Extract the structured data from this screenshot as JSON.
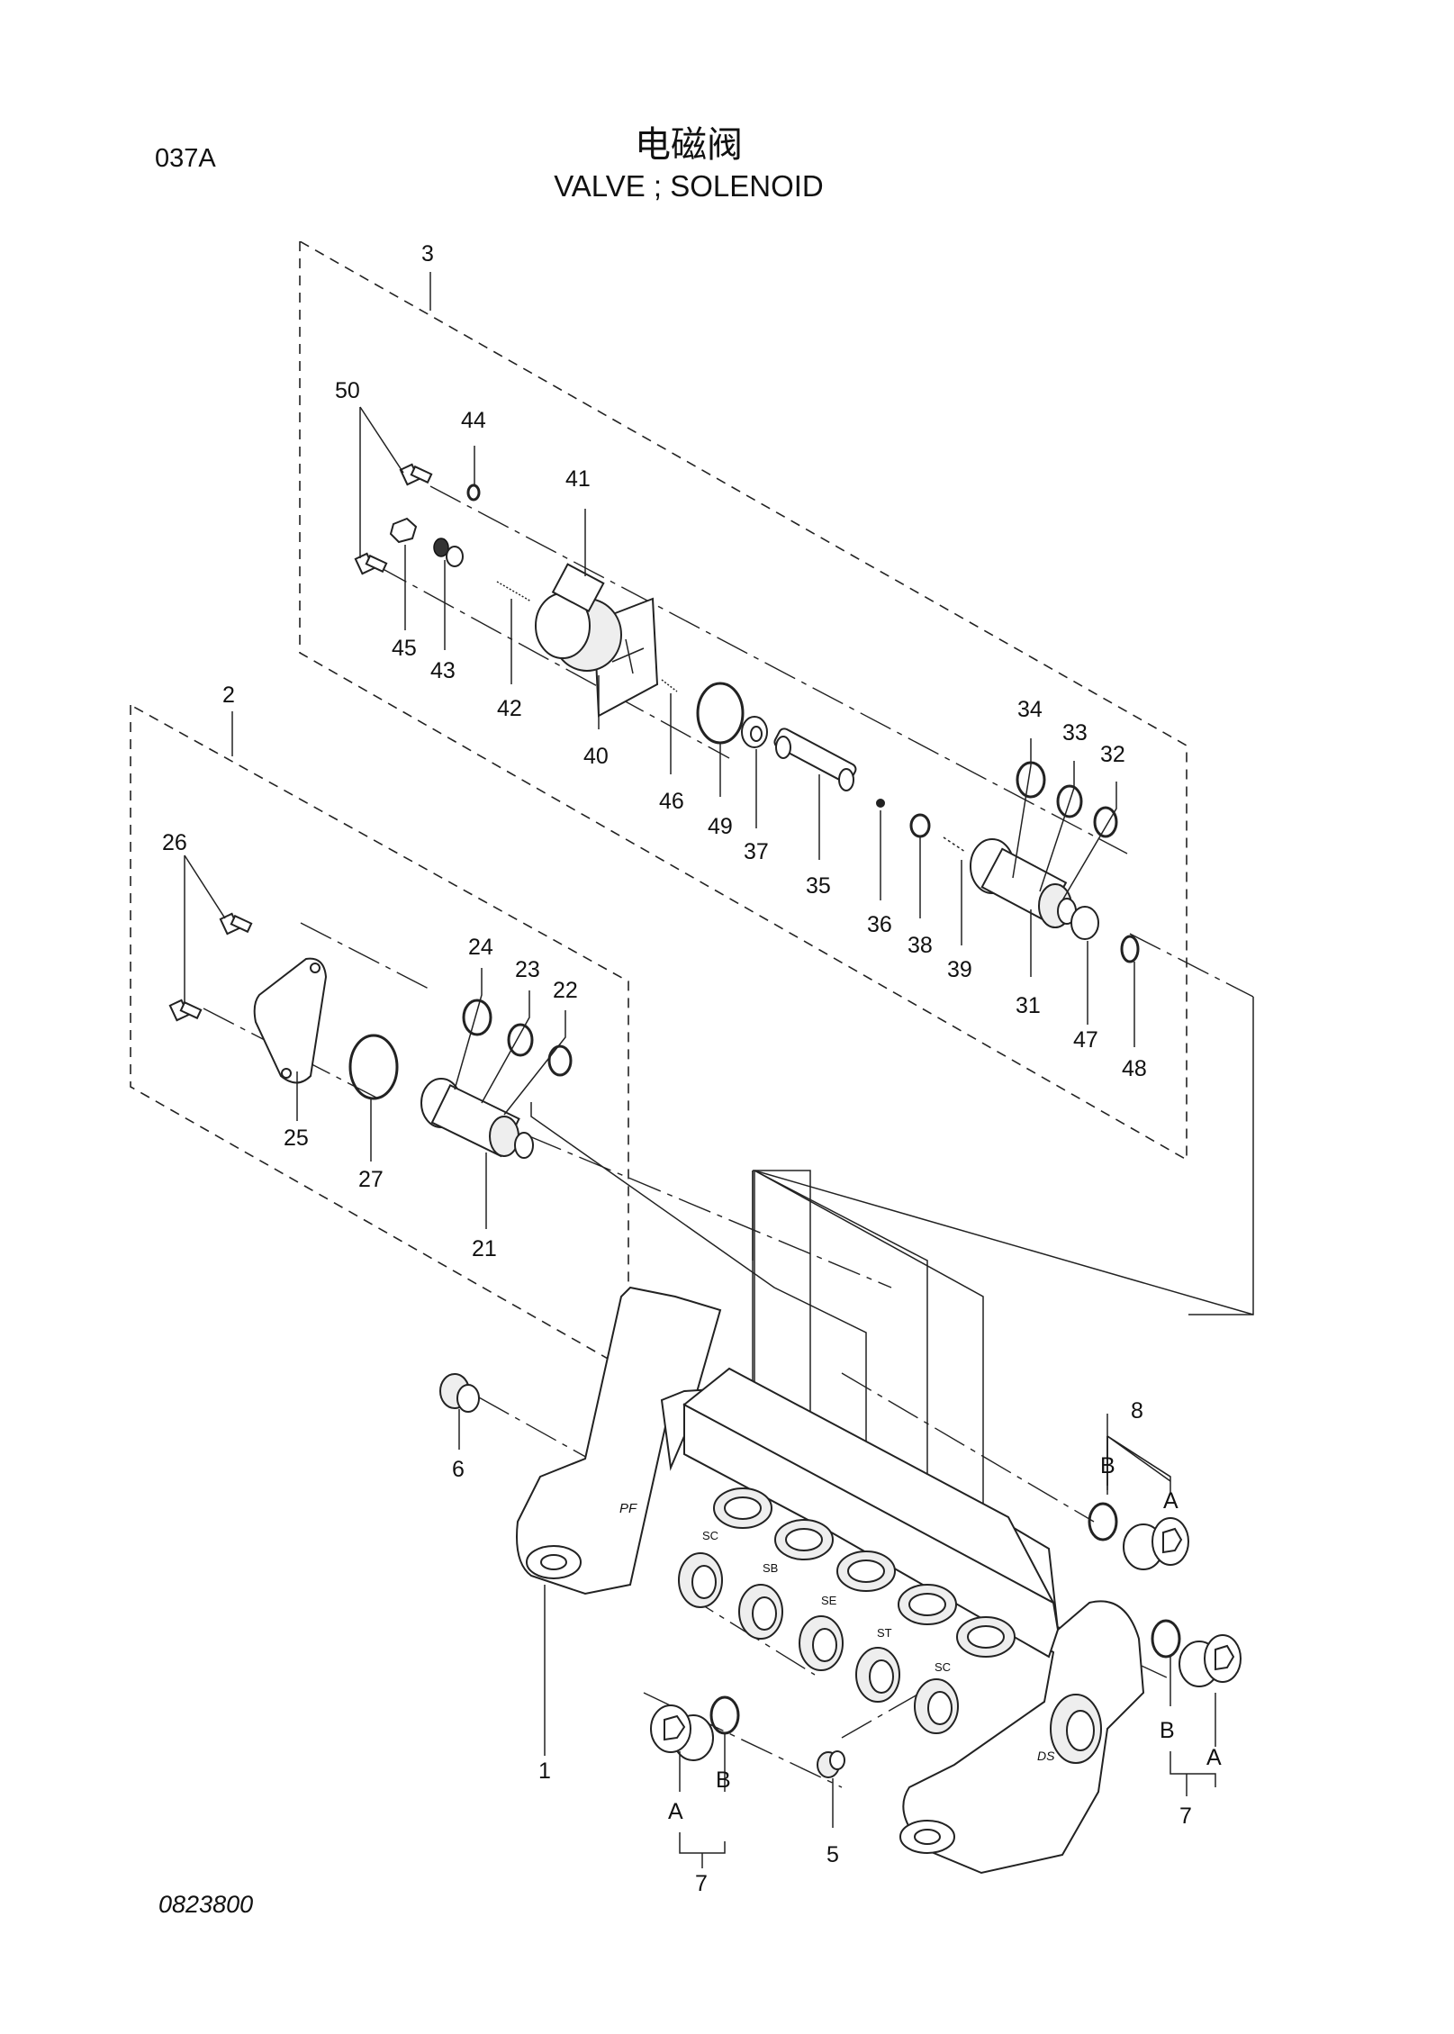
{
  "header": {
    "page_code": "037A",
    "title_cn": "电磁阀",
    "title_en": "VALVE ; SOLENOID"
  },
  "footer": {
    "drawing_number": "0823800"
  },
  "callouts": {
    "c1": "1",
    "c2": "2",
    "c3": "3",
    "c5": "5",
    "c6": "6",
    "c7a": "7",
    "c7b": "7",
    "c8": "8",
    "c21": "21",
    "c22": "22",
    "c23": "23",
    "c24": "24",
    "c25": "25",
    "c26": "26",
    "c27": "27",
    "c31": "31",
    "c32": "32",
    "c33": "33",
    "c34": "34",
    "c35": "35",
    "c36": "36",
    "c37": "37",
    "c38": "38",
    "c39": "39",
    "c40": "40",
    "c41": "41",
    "c42": "42",
    "c43": "43",
    "c44": "44",
    "c45": "45",
    "c46": "46",
    "c47": "47",
    "c48": "48",
    "c49": "49",
    "c50": "50",
    "a1": "A",
    "b1": "B",
    "a2": "A",
    "b2": "B",
    "a3": "A",
    "b3": "B"
  },
  "port_markings": {
    "pf": "PF",
    "sc1": "SC",
    "sb": "SB",
    "se": "SE",
    "st": "ST",
    "sc2": "SC",
    "ds": "DS"
  }
}
